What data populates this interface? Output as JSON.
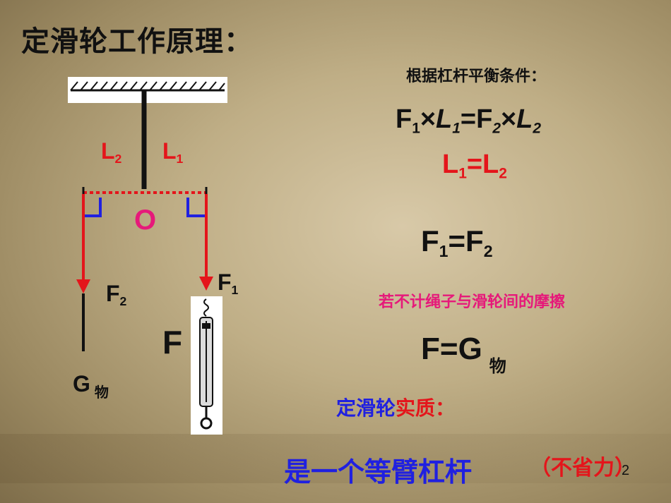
{
  "title": "定滑轮工作原理：",
  "diagram": {
    "label_l2": "L",
    "label_l2_sub": "2",
    "label_l1": "L",
    "label_l1_sub": "1",
    "label_o": "O",
    "label_f2": "F",
    "label_f2_sub": "2",
    "label_f1": "F",
    "label_f1_sub": "1",
    "label_f": "F",
    "label_g": "G",
    "label_g_sub": "物"
  },
  "right": {
    "condition": "根据杠杆平衡条件：",
    "f1": "F",
    "f1_sub": "1",
    "times1": "×",
    "l1": "L",
    "l1_sub": "1",
    "eq1": "=",
    "f2": "F",
    "f2_sub": "2",
    "times2": "×",
    "l2": "L",
    "l2_sub": "2",
    "l_eq_a": "L",
    "l_eq_a_sub": "1",
    "l_eq_mid": "=",
    "l_eq_b": "L",
    "l_eq_b_sub": "2",
    "f_eq_a": "F",
    "f_eq_a_sub": "1",
    "f_eq_mid": "=",
    "f_eq_b": "F",
    "f_eq_b_sub": "2",
    "friction_note": "若不计绳子与滑轮间的摩擦",
    "fg_main": "F=G",
    "fg_sub": "物",
    "essence_blue": "定滑轮",
    "essence_red": "实质：",
    "conclusion": "是一个等臂杠杆",
    "paren": "（不省力）",
    "page_number": "2"
  },
  "colors": {
    "red": "#e4151b",
    "blue": "#2020e0",
    "pink": "#e6197a",
    "black": "#111111"
  }
}
